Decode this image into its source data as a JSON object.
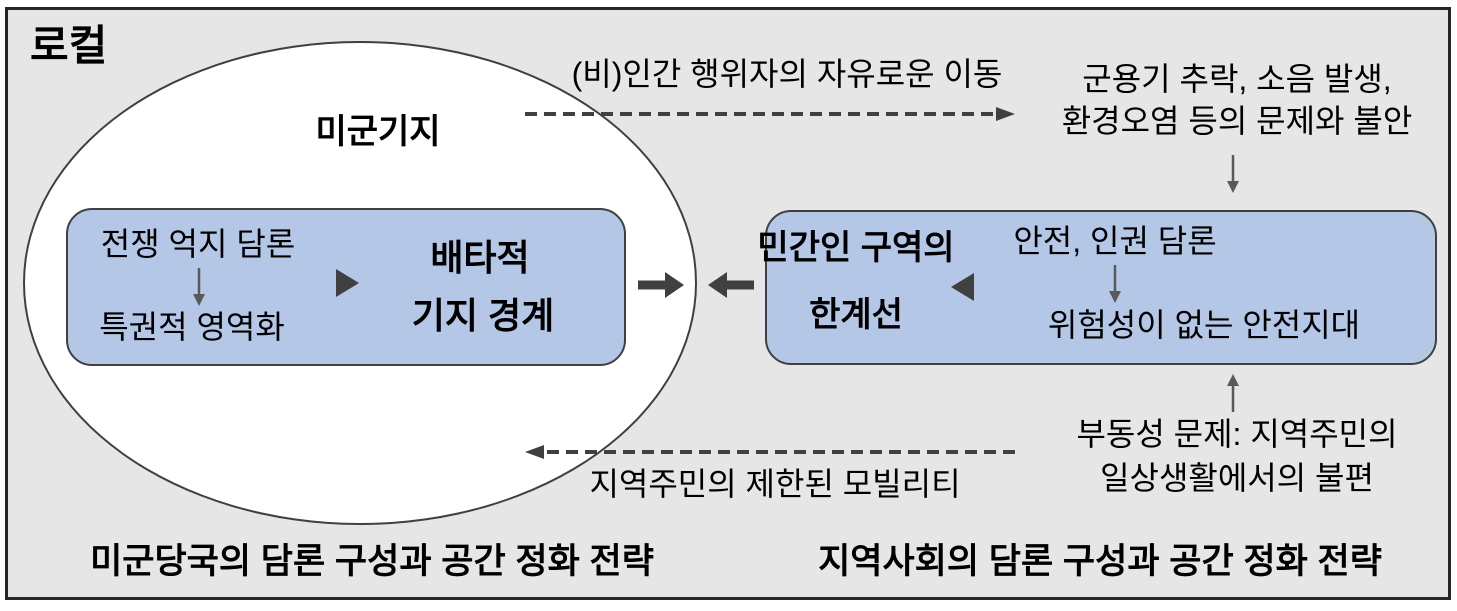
{
  "colors": {
    "canvas_bg": "#ffffff",
    "frame_bg": "#e7e6e6",
    "frame_border": "#262626",
    "ellipse_fill": "#ffffff",
    "box_fill": "#b4c7e7",
    "shape_border": "#404040",
    "arrow_dark": "#404040",
    "arrow_thin": "#595959",
    "text": "#000000"
  },
  "frame": {
    "label": "로컬"
  },
  "base_ellipse": {
    "title": "미군기지",
    "discourse_box": {
      "step1": "전쟁 억지 담론",
      "step2": "특권적 영역화",
      "outcome_line1": "배타적",
      "outcome_line2": "기지 경계"
    }
  },
  "civilian_box": {
    "title_line1": "민간인 구역의",
    "title_line2": "한계선",
    "step1": "안전, 인권 담론",
    "step2": "위험성이 없는 안전지대"
  },
  "top_flow": {
    "arrow_label": "(비)인간 행위자의 자유로운 이동",
    "problem_line1": "군용기 추락, 소음 발생,",
    "problem_line2": "환경오염 등의 문제와 불안"
  },
  "bottom_flow": {
    "arrow_label": "지역주민의 제한된 모빌리티",
    "problem_line1": "부동성 문제: 지역주민의",
    "problem_line2": "일상생활에서의 불편"
  },
  "captions": {
    "left": "미군당국의 담론 구성과 공간 정화 전략",
    "right": "지역사회의 담론 구성과 공간 정화 전략"
  }
}
